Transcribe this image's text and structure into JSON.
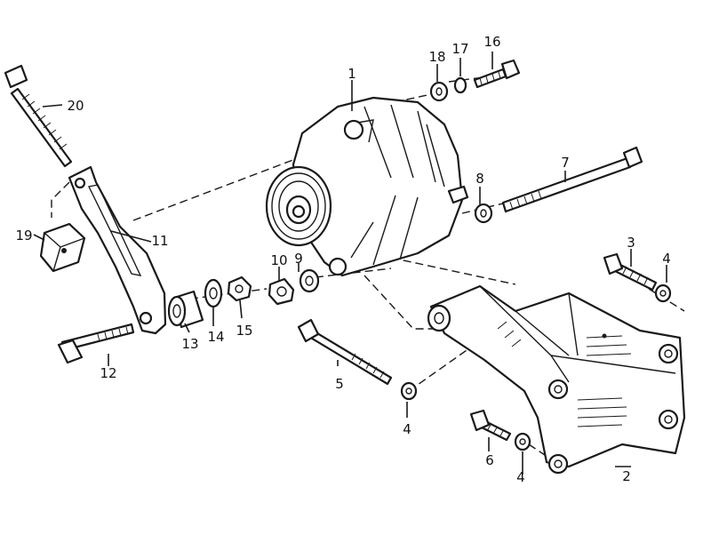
{
  "labels": {
    "l1": "1",
    "l2": "2",
    "l3": "3",
    "l4a": "4",
    "l4b": "4",
    "l4c": "4",
    "l5": "5",
    "l6": "6",
    "l7": "7",
    "l8": "8",
    "l9": "9",
    "l10": "10",
    "l11": "11",
    "l12": "12",
    "l13": "13",
    "l14": "14",
    "l15": "15",
    "l16": "16",
    "l17": "17",
    "l18": "18",
    "l19": "19",
    "l20": "20"
  }
}
